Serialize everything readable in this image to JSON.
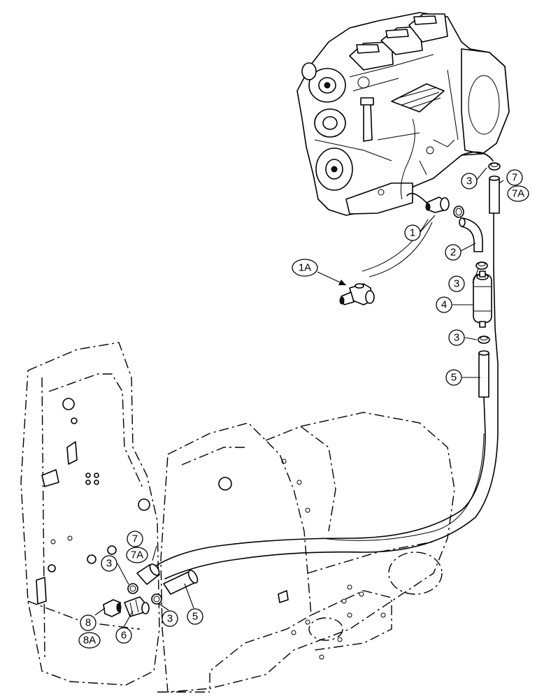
{
  "callouts": {
    "c1": "1",
    "c1A": "1A",
    "c2": "2",
    "c3": "3",
    "c4": "4",
    "c5": "5",
    "c6": "6",
    "c7": "7",
    "c7A": "7A",
    "c8": "8",
    "c8A": "8A"
  }
}
